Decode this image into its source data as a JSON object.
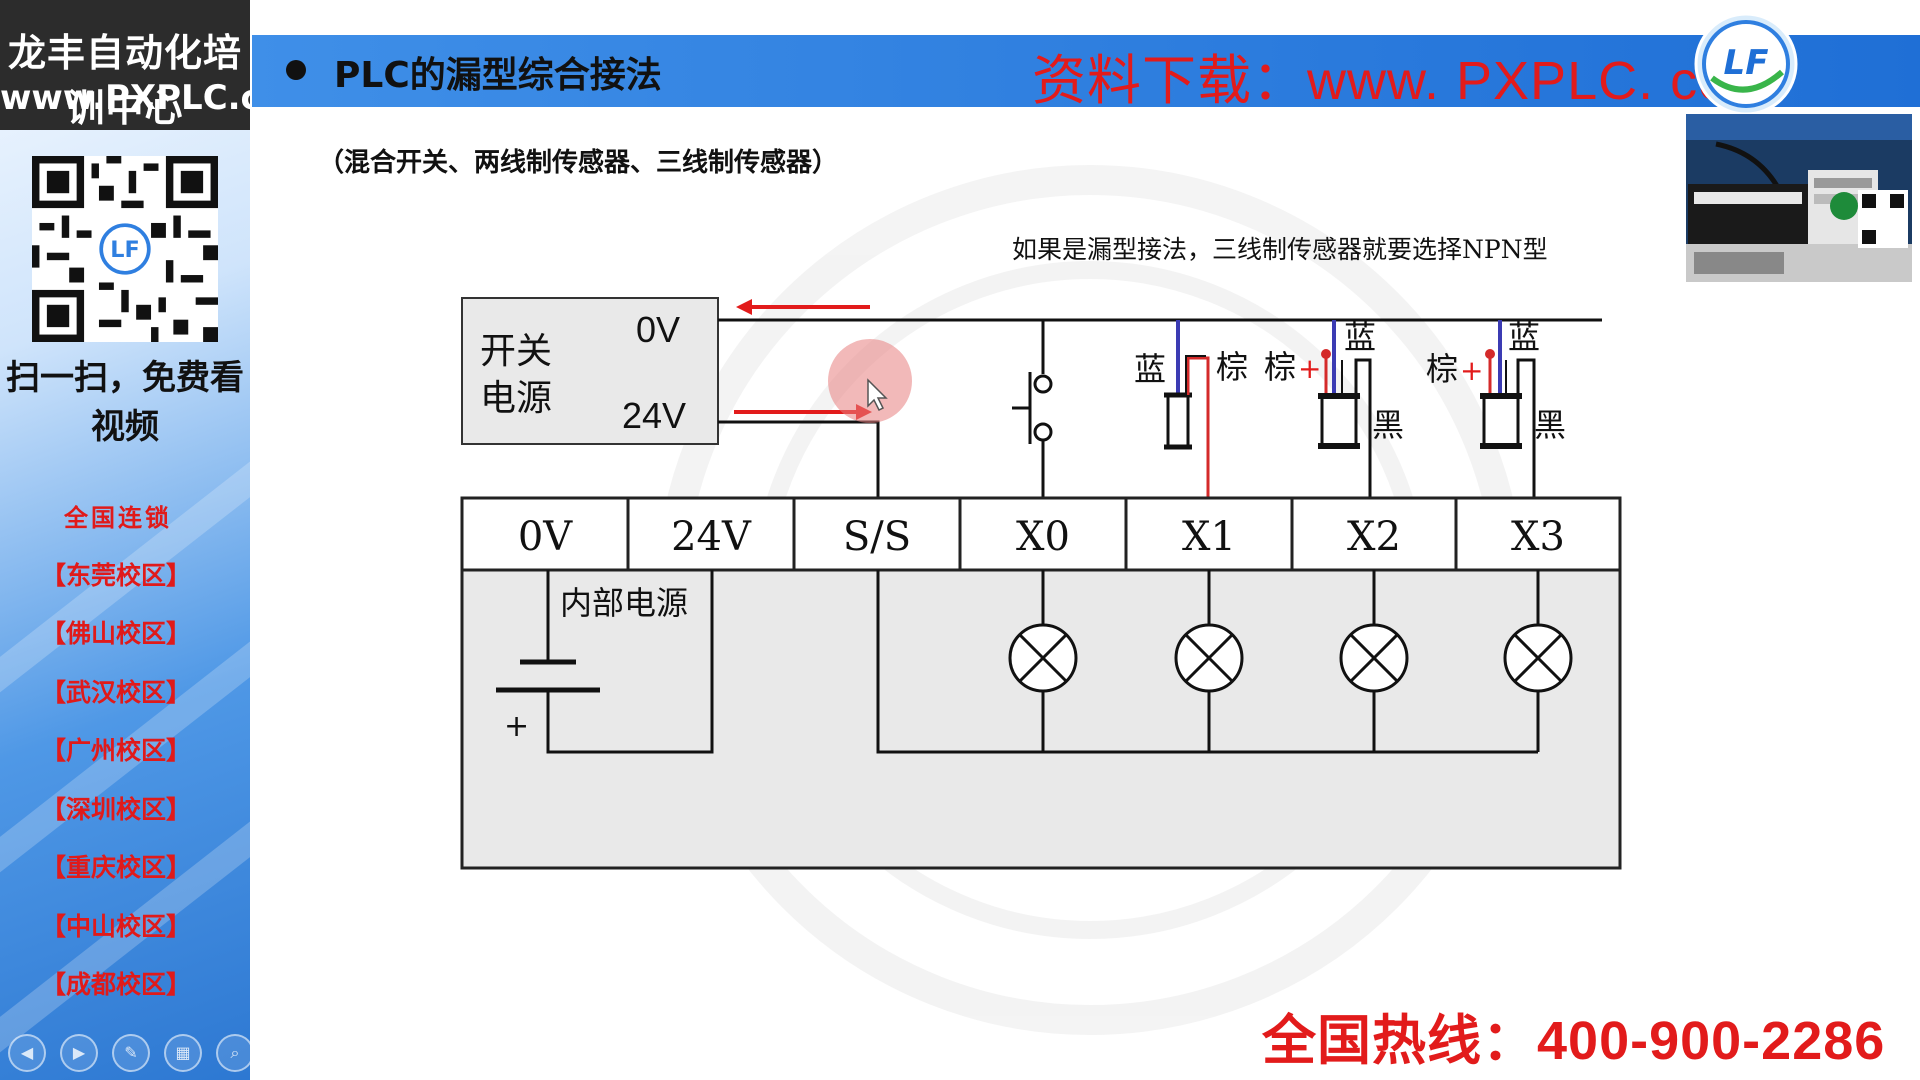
{
  "sidebar": {
    "brand_line1": "龙丰自动化培训中心",
    "brand_line2": "www.PXPLC.com",
    "scan_text": "扫一扫，免费看视频",
    "chain_title": "全国连锁",
    "campuses": [
      "【东莞校区】",
      "【佛山校区】",
      "【武汉校区】",
      "【广州校区】",
      "【深圳校区】",
      "【重庆校区】",
      "【中山校区】",
      "【成都校区】"
    ]
  },
  "header": {
    "title": "PLC的漏型综合接法",
    "download": "资料下载：www. PXPLC. com",
    "logo_text": "LF"
  },
  "subtitle": "（混合开关、两线制传感器、三线制传感器）",
  "note": "如果是漏型接法，三线制传感器就要选择NPN型",
  "hotline": "全国热线：400-900-2286",
  "diagram": {
    "psu_label_line1": "开关",
    "psu_label_line2": "电源",
    "psu_0v": "0V",
    "psu_24v": "24V",
    "terminals": [
      "0V",
      "24V",
      "S/S",
      "X0",
      "X1",
      "X2",
      "X3"
    ],
    "internal_power": "内部电源",
    "plus": "+",
    "wire_blue": "蓝",
    "wire_brown": "棕",
    "wire_black": "黑",
    "brown_plus": "棕+"
  },
  "colors": {
    "header_blue": "#2f7fe0",
    "accent_red": "#e21b1b",
    "plc_body": "#e9e9e9"
  },
  "nav_icons": [
    "prev-icon",
    "play-icon",
    "pen-icon",
    "grid-icon",
    "zoom-icon",
    "more-icon"
  ]
}
